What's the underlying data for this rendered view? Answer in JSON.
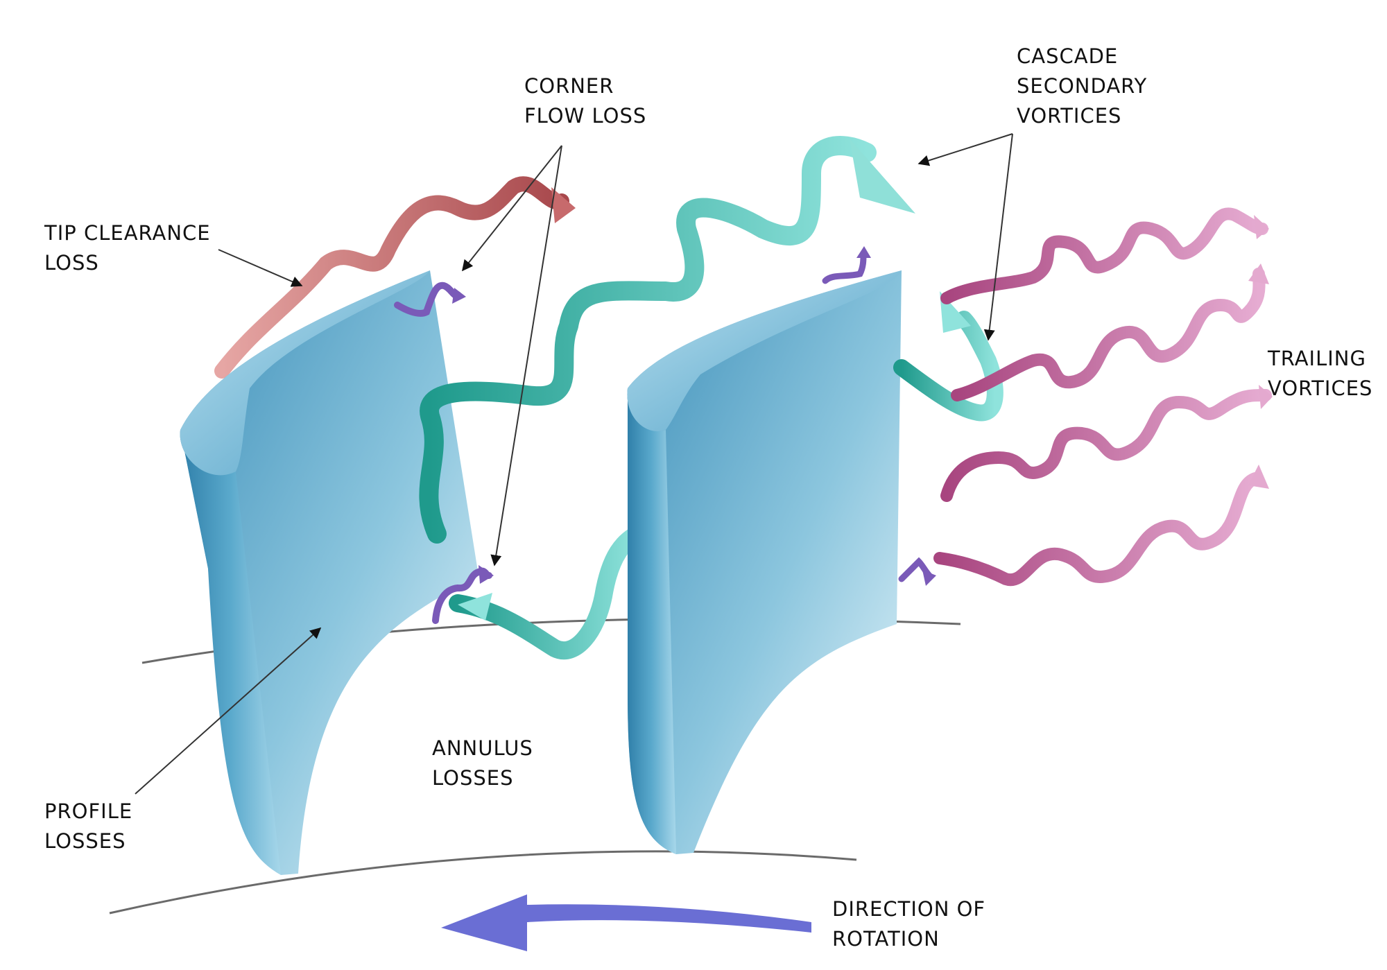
{
  "labels": {
    "corner_flow_loss": [
      "CORNER",
      "FLOW LOSS"
    ],
    "cascade_secondary_vortices": [
      "CASCADE",
      "SECONDARY",
      "VORTICES"
    ],
    "tip_clearance_loss": [
      "TIP CLEARANCE",
      "LOSS"
    ],
    "trailing_vortices": [
      "TRAILING",
      "VORTICES"
    ],
    "annulus_losses": [
      "ANNULUS",
      "LOSSES"
    ],
    "profile_losses": [
      "PROFILE",
      "LOSSES"
    ],
    "direction_of_rotation": [
      "DIRECTION OF",
      "ROTATION"
    ]
  },
  "colors": {
    "blade_dark": "#2a7aa4",
    "blade_light": "#dff2f9",
    "tip_vortex": "#b0585a",
    "secondary_vortex": "#2aa89a",
    "trailing_vortex": "#b04e92",
    "corner_vortex": "#7a5ab8",
    "rotation_arrow": "#6a6ed4",
    "leader": "#333333"
  }
}
